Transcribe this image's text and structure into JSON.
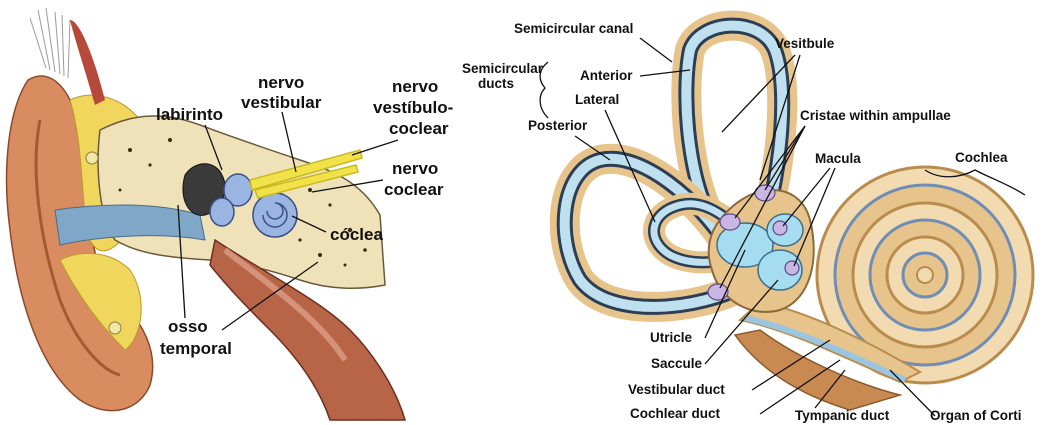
{
  "left_figure": {
    "labels": {
      "labirinto": "labirinto",
      "nervo_vestibular": [
        "nervo",
        "vestibular"
      ],
      "nervo_vestibulococlear": [
        "nervo",
        "vestíbulo-",
        "coclear"
      ],
      "nervo_coclear": [
        "nervo",
        "coclear"
      ],
      "coclea": "cóclea",
      "osso_temporal": [
        "osso",
        "temporal"
      ]
    }
  },
  "right_figure": {
    "labels": {
      "semicircular_canal": "Semicircular canal",
      "semicircular_ducts": [
        "Semicircular",
        "ducts"
      ],
      "anterior": "Anterior",
      "lateral": "Lateral",
      "posterior": "Posterior",
      "vestibule": "Vesitbule",
      "cristae": "Cristae within ampullae",
      "macula": "Macula",
      "cochlea": "Cochlea",
      "utricle": "Utricle",
      "saccule": "Saccule",
      "vestibular_duct": "Vestibular duct",
      "cochlear_duct": "Cochlear duct",
      "tympanic_duct": "Tympanic duct",
      "organ_of_corti": "Organ of Corti"
    }
  },
  "colors": {
    "skin": "#d98c5f",
    "bone": "#efe2b8",
    "fat": "#f1d65e",
    "labyrinth_blue": "#9bb5e3",
    "canal_fill": "#bfe1ef",
    "canal_wall": "#2b3e55",
    "cochlea_tan": "#e7c48c",
    "nerve_yellow": "#f2e24a"
  }
}
